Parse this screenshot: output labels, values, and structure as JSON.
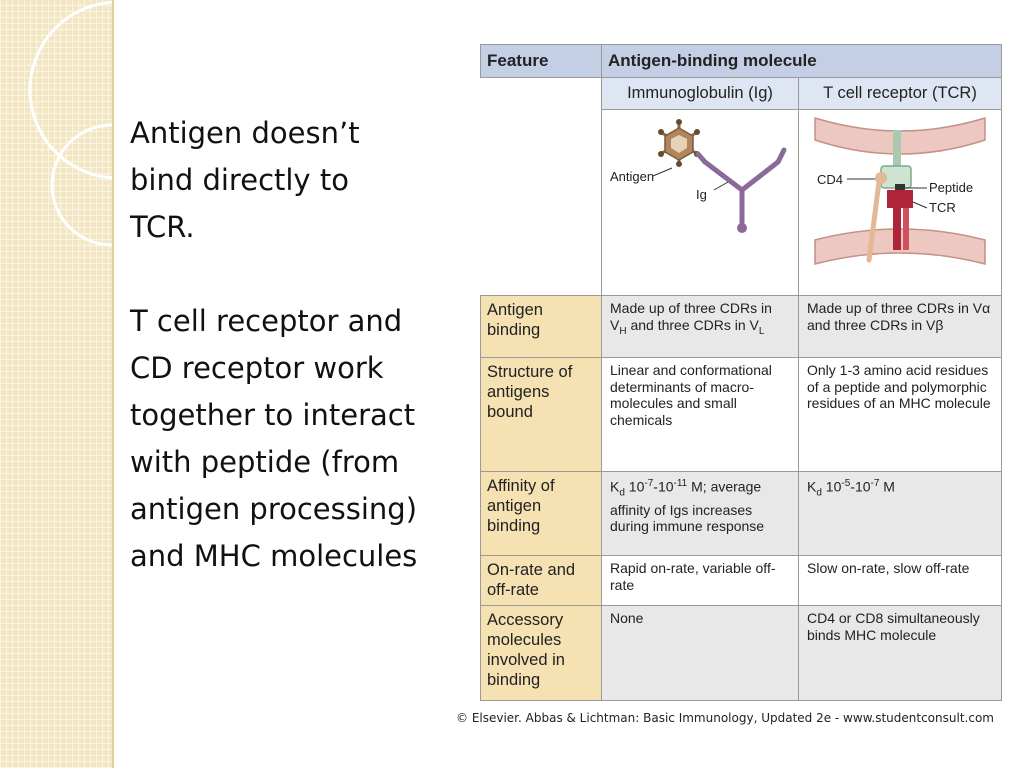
{
  "slide": {
    "text_block_1": [
      "Antigen doesn’t",
      "bind directly to",
      "TCR."
    ],
    "text_block_2": [
      "T cell receptor and",
      "CD receptor work",
      "together to interact",
      "with peptide (from",
      "antigen processing)",
      "and MHC molecules"
    ]
  },
  "table": {
    "header_feature": "Feature",
    "header_molecule": "Antigen-binding molecule",
    "col_ig": "Immunoglobulin (Ig)",
    "col_tcr": "T cell receptor (TCR)",
    "diagram_labels": {
      "antigen": "Antigen",
      "ig": "Ig",
      "cd4": "CD4",
      "peptide": "Peptide",
      "tcr": "TCR"
    },
    "rows": [
      {
        "feature": "Antigen binding",
        "ig": "Made up of three CDRs in V_H and three CDRs in V_L",
        "tcr": "Made up of three CDRs in Vα and three CDRs in Vβ"
      },
      {
        "feature": "Structure of antigens bound",
        "ig": "Linear and conformational determinants of macro-molecules and small chemicals",
        "tcr": "Only 1-3 amino acid residues of a peptide and polymorphic residues of an MHC molecule"
      },
      {
        "feature": "Affinity of antigen binding",
        "ig": "K_d 10^-7-10^-11 M; average affinity of Igs increases during immune response",
        "tcr": "K_d 10^-5-10^-7 M"
      },
      {
        "feature": "On-rate and off-rate",
        "ig": "Rapid on-rate, variable off-rate",
        "tcr": "Slow on-rate, slow off-rate"
      },
      {
        "feature": "Accessory molecules involved in binding",
        "ig": "None",
        "tcr": "CD4 or CD8 simultaneously binds MHC molecule"
      }
    ]
  },
  "credit": "© Elsevier. Abbas & Lichtman: Basic Immunology, Updated 2e - www.studentconsult.com",
  "colors": {
    "header_blue": "#c4cfe6",
    "subheader_blue": "#dfe6f3",
    "feature_tan": "#f5e1b2",
    "row_gray": "#e8e8e8",
    "sidebar_beige": "#f3e6c3",
    "ig_purple": "#8a6a9a",
    "tcr_red": "#b0243a"
  }
}
